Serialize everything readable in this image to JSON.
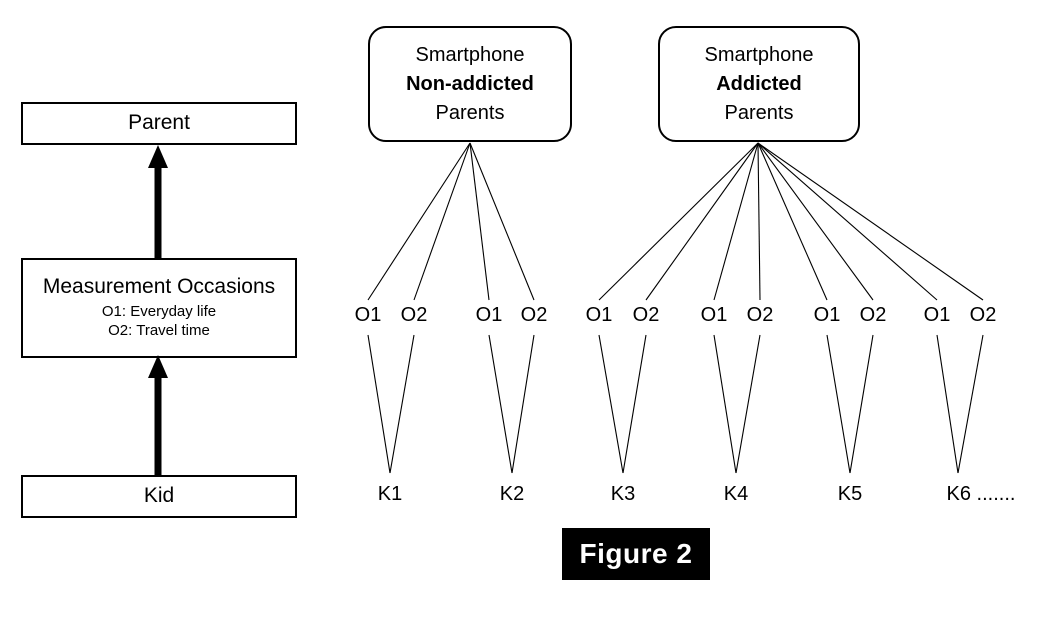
{
  "figure": {
    "caption": "Figure 2"
  },
  "legend_panel": {
    "parent_box": {
      "label": "Parent"
    },
    "measurement_box": {
      "title": "Measurement Occasions",
      "lines": [
        "O1: Everyday life",
        "O2: Travel time"
      ]
    },
    "kid_box": {
      "label": "Kid"
    },
    "arrows": [
      {
        "name": "kid-to-measurement",
        "direction": "up"
      },
      {
        "name": "measurement-to-parent",
        "direction": "up"
      }
    ]
  },
  "tree_panel": {
    "groups": [
      {
        "id": "non-addicted",
        "lines": [
          "Smartphone",
          "Non-addicted",
          "Parents"
        ],
        "bold_line": "Non-addicted",
        "kids": [
          {
            "label": "K1",
            "occasions": [
              "O1",
              "O2"
            ]
          },
          {
            "label": "K2",
            "occasions": [
              "O1",
              "O2"
            ]
          }
        ]
      },
      {
        "id": "addicted",
        "lines": [
          "Smartphone",
          "Addicted",
          "Parents"
        ],
        "bold_line": "Addicted",
        "kids": [
          {
            "label": "K3",
            "occasions": [
              "O1",
              "O2"
            ]
          },
          {
            "label": "K4",
            "occasions": [
              "O1",
              "O2"
            ]
          },
          {
            "label": "K5",
            "occasions": [
              "O1",
              "O2"
            ]
          },
          {
            "label": "K6 .......",
            "occasions": [
              "O1",
              "O2"
            ]
          }
        ]
      }
    ]
  },
  "colors": {
    "stroke": "#000000",
    "background": "#ffffff",
    "banner_bg": "#000000",
    "banner_text": "#ffffff"
  }
}
